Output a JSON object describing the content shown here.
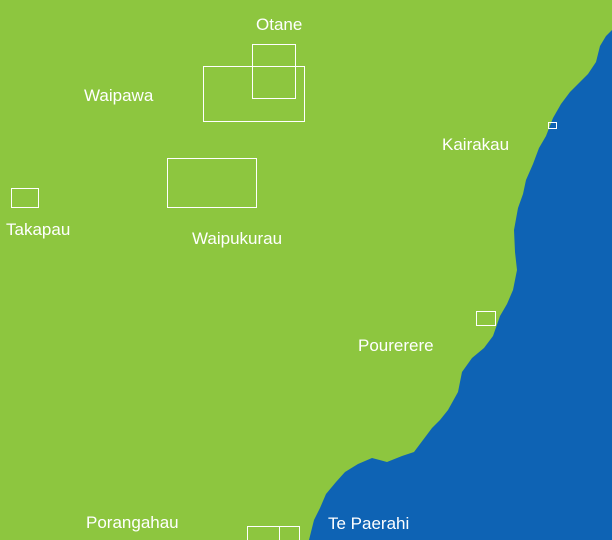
{
  "colors": {
    "land": "#8dc63f",
    "sea": "#0e63b4",
    "label": "#ffffff",
    "outline": "#ffffff"
  },
  "places": [
    {
      "id": "otane",
      "name": "Otane"
    },
    {
      "id": "waipawa",
      "name": "Waipawa"
    },
    {
      "id": "kairakau",
      "name": "Kairakau"
    },
    {
      "id": "takapau",
      "name": "Takapau"
    },
    {
      "id": "waipukurau",
      "name": "Waipukurau"
    },
    {
      "id": "pourerere",
      "name": "Pourerere"
    },
    {
      "id": "porangahau",
      "name": "Porangahau"
    },
    {
      "id": "te-paerahi",
      "name": "Te Paerahi"
    }
  ]
}
